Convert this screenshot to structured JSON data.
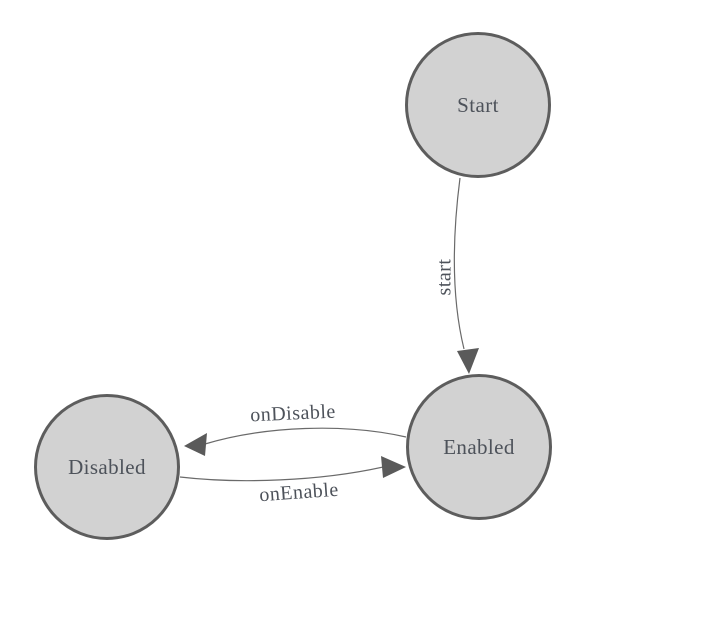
{
  "colors": {
    "background": "#ffffff",
    "node-fill": "#d2d2d2",
    "node-border": "#5d5d5d",
    "label-text": "#4d525a",
    "edge-line": "#6a6a6a",
    "arrow-fill": "#5a5a5a"
  },
  "diagram": {
    "type": "state-machine",
    "nodes": [
      {
        "id": "start",
        "label": "Start"
      },
      {
        "id": "enabled",
        "label": "Enabled"
      },
      {
        "id": "disabled",
        "label": "Disabled"
      }
    ],
    "edges": [
      {
        "from": "Start",
        "to": "Enabled",
        "label": "start"
      },
      {
        "from": "Enabled",
        "to": "Disabled",
        "label": "onDisable"
      },
      {
        "from": "Disabled",
        "to": "Enabled",
        "label": "onEnable"
      }
    ]
  }
}
